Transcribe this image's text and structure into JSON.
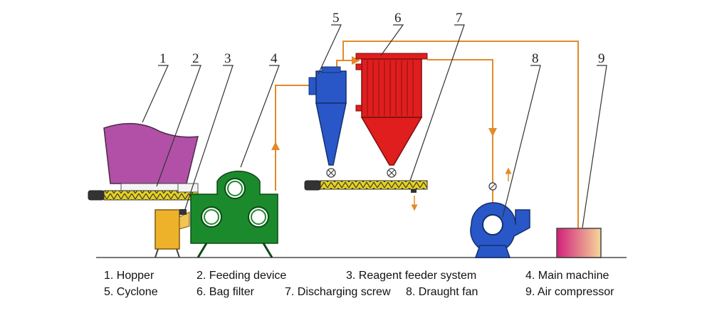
{
  "callouts": [
    "1",
    "2",
    "3",
    "4",
    "5",
    "6",
    "7",
    "8",
    "9"
  ],
  "legend": [
    "1. Hopper",
    "2. Feeding device",
    "3. Reagent feeder system",
    "4. Main machine",
    "5. Cyclone",
    "6. Bag filter",
    "7. Discharging screw",
    "8. Draught fan",
    "9. Air compressor"
  ],
  "colors": {
    "hopper": "#b150a6",
    "screw": "#e6d21e",
    "reagent_feeder": "#eeb22a",
    "main_machine": "#1b8a2c",
    "cyclone": "#2a57c7",
    "bag_filter": "#e01e1e",
    "fan": "#2a57c7",
    "compressor_top": "#d2207a",
    "compressor_bottom": "#f4d79a",
    "pipe": "#e38a2a"
  }
}
